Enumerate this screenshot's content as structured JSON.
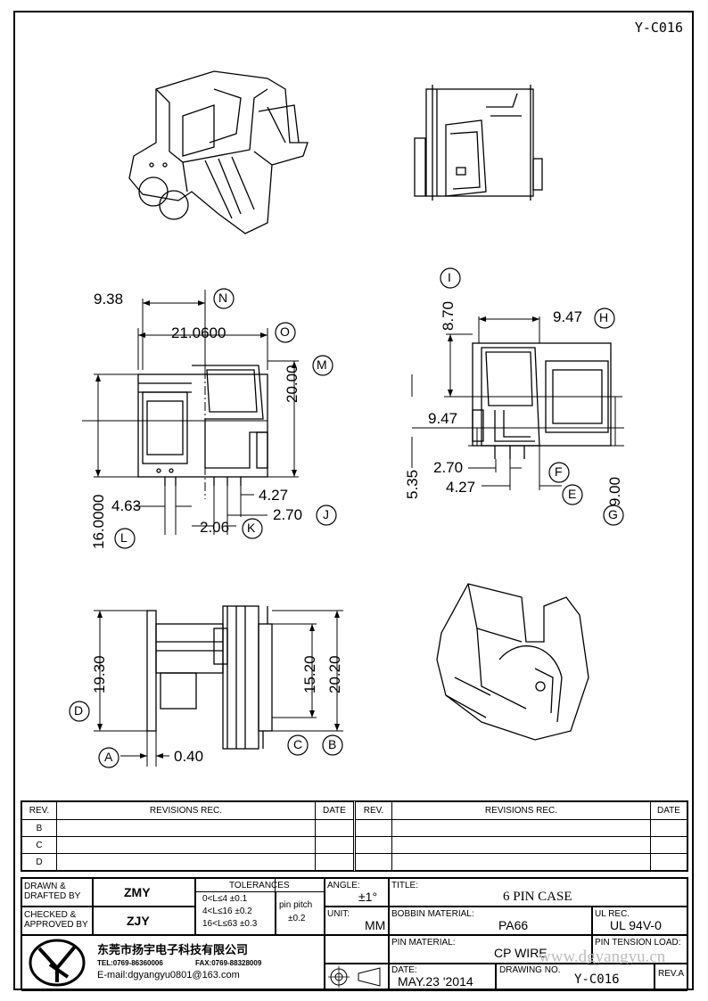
{
  "drawing_number_top": "Y-C016",
  "dimensions": {
    "top_left_view": {
      "d1": "9.38",
      "d2": "21.0600",
      "d3": "20.00",
      "d4": "16.0000",
      "d5": "4.63",
      "d6": "2.06",
      "d7": "4.27",
      "d8": "2.70"
    },
    "top_right_view": {
      "d1": "8.70",
      "d2": "9.47",
      "d3": "9.47",
      "d4": "5.35",
      "d5": "2.70",
      "d6": "4.27",
      "d7": "9.00"
    },
    "side_view": {
      "d1": "19.30",
      "d2": "15.20",
      "d3": "20.20",
      "d4": "0.40"
    }
  },
  "callouts": {
    "N": "N",
    "O": "O",
    "M": "M",
    "L": "L",
    "K": "K",
    "J": "J",
    "I": "I",
    "H": "H",
    "F": "F",
    "E": "E",
    "G": "G",
    "D": "D",
    "A": "A",
    "C": "C",
    "B": "B"
  },
  "revisions": {
    "headers": {
      "rev": "REV.",
      "revisions": "REVISIONS    REC.",
      "date": "DATE"
    },
    "rows": [
      "B",
      "C",
      "D"
    ]
  },
  "title_block": {
    "drawn_label": "DRAWN &\nDRAFTED BY",
    "drawn_value": "ZMY",
    "checked_label": "CHECKED &\nAPPROVED BY",
    "checked_value": "ZJY",
    "tolerances_label": "TOLERANCES",
    "tol_1": "0<L≤4     ±0.1",
    "tol_2": "4<L≤16  ±0.2",
    "tol_3": "16<L≤63  ±0.3",
    "pin_pitch_label": "pin  pitch",
    "pin_pitch_value": "±0.2",
    "angle_label": "ANGLE:",
    "angle_value": "±1°",
    "unit_label": "UNIT:",
    "unit_value": "MM",
    "title_label": "TITLE:",
    "title_value": "6 PIN CASE",
    "bobbin_material_label": "BOBBIN  MATERIAL:",
    "bobbin_material_value": "PA66",
    "ul_rec_label": "UL  REC.",
    "ul_rec_value": "UL  94V-0",
    "pin_material_label": "PIN  MATERIAL:",
    "pin_material_value": "CP  WIRE",
    "pin_tension_label": "PIN  TENSION  LOAD:",
    "date_label": "DATE:",
    "date_value": "MAY.23  '2014",
    "drawing_no_label": "DRAWING  NO.",
    "drawing_no_value": "Y-C016",
    "rev_label": "REV.A",
    "company_name": "东莞市扬宇电子科技有限公司",
    "tel": "TEL:0769-86360006",
    "fax": "FAX:0769-88328009",
    "email": "E-mail:dgyangyu0801@163.com",
    "watermark": "www.dgyangyu.cn"
  }
}
